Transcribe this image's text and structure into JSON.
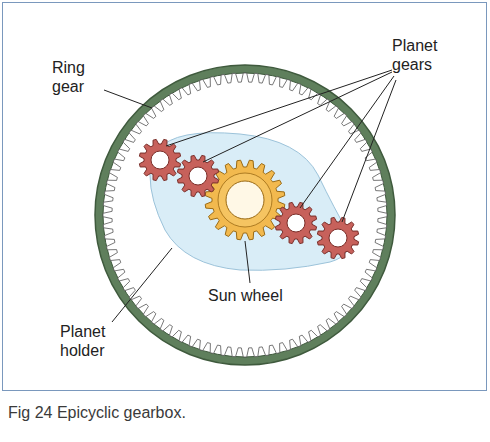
{
  "diagram": {
    "caption": "Fig 24 Epicyclic gearbox.",
    "labels": [
      "Ring gear",
      "Planet gears",
      "Sun wheel",
      "Planet holder"
    ]
  }
}
